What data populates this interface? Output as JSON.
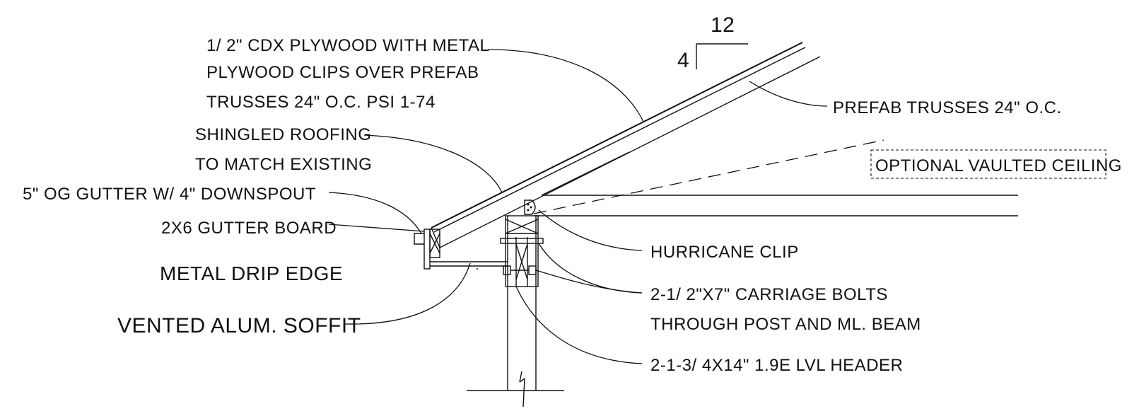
{
  "pitch": {
    "rise": "4",
    "run": "12"
  },
  "labels": {
    "plywood_line1": "1/ 2\" CDX PLYWOOD  WITH METAL",
    "plywood_line2": "PLYWOOD CLIPS OVER PREFAB",
    "plywood_line3": "TRUSSES 24\" O.C.  PSI 1-74",
    "shingle_line1": "SHINGLED ROOFING",
    "shingle_line2": "TO MATCH EXISTING",
    "gutter": "5\" OG GUTTER W/ 4\" DOWNSPOUT",
    "gutter_board": "2X6 GUTTER BOARD",
    "drip_edge": "METAL DRIP EDGE",
    "soffit": "VENTED ALUM. SOFFIT",
    "trusses": "PREFAB TRUSSES 24\" O.C.",
    "vaulted": "OPTIONAL VAULTED CEILING",
    "hurricane": "HURRICANE CLIP",
    "bolts_line1": "2-1/ 2\"X7\" CARRIAGE BOLTS",
    "bolts_line2": "THROUGH POST AND ML. BEAM",
    "header": "2-1-3/ 4X14\" 1.9E LVL  HEADER"
  }
}
